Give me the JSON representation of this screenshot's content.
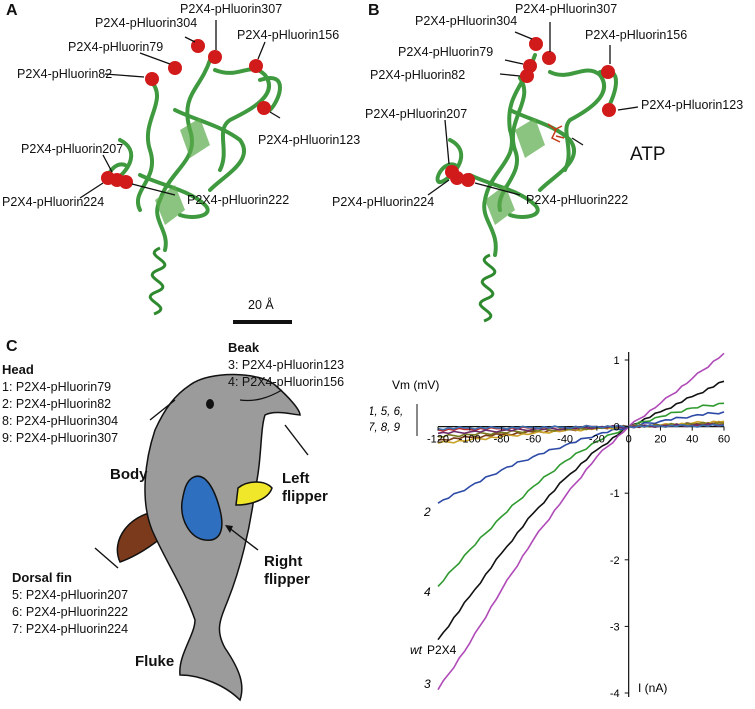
{
  "panels": {
    "a": "A",
    "b": "B",
    "c": "C"
  },
  "panel_a": {
    "labels": {
      "p304": "P2X4-pHluorin304",
      "p307": "P2X4-pHluorin307",
      "p79": "P2X4-pHluorin79",
      "p156": "P2X4-pHluorin156",
      "p82": "P2X4-pHluorin82",
      "p123": "P2X4-pHluorin123",
      "p207": "P2X4-pHluorin207",
      "p224": "P2X4-pHluorin224",
      "p222": "P2X4-pHluorin222"
    },
    "scale_bar": "20 Å"
  },
  "panel_b": {
    "labels": {
      "p307": "P2X4-pHluorin307",
      "p304": "P2X4-pHluorin304",
      "p156": "P2X4-pHluorin156",
      "p79": "P2X4-pHluorin79",
      "p82": "P2X4-pHluorin82",
      "p123": "P2X4-pHluorin123",
      "p207": "P2X4-pHluorin207",
      "atp": "ATP",
      "p224": "P2X4-pHluorin224",
      "p222": "P2X4-pHluorin222"
    }
  },
  "panel_c": {
    "head_title": "Head",
    "head_items": [
      "1: P2X4-pHluorin79",
      "2: P2X4-pHluorin82",
      "8: P2X4-pHluorin304",
      "9: P2X4-pHluorin307"
    ],
    "beak_title": "Beak",
    "beak_items": [
      "3: P2X4-pHluorin123",
      "4: P2X4-pHluorin156"
    ],
    "body_label": "Body",
    "left_flipper": [
      "Left",
      "flipper"
    ],
    "right_flipper": [
      "Right",
      "flipper"
    ],
    "dorsal_title": "Dorsal fin",
    "dorsal_items": [
      "5: P2X4-pHluorin207",
      "6: P2X4-pHluorin222",
      "7: P2X4-pHluorin224"
    ],
    "fluke_label": "Fluke",
    "colors": {
      "dolphin": "#9b9b9b",
      "body_patch": "#2e6fc0",
      "left_flipper": "#f0e62a",
      "dorsal_fin": "#7b3a1b"
    }
  },
  "chart_data": {
    "type": "line",
    "xlabel": "Vm (mV)",
    "ylabel": "I (nA)",
    "xlim": [
      -120,
      60
    ],
    "ylim": [
      -4,
      1
    ],
    "x_ticks": [
      "-120",
      "-100",
      "-80",
      "-60",
      "-40",
      "-20",
      "0",
      "20",
      "40",
      "60"
    ],
    "y_ticks": [
      "1",
      "0",
      "-1",
      "-2",
      "-3",
      "-4"
    ],
    "x": [
      -120,
      -100,
      -80,
      -60,
      -40,
      -20,
      0,
      20,
      40,
      60
    ],
    "series": [
      {
        "name": "wt P2X4",
        "color": "#111111",
        "values": [
          -3.2,
          -2.55,
          -1.9,
          -1.3,
          -0.78,
          -0.35,
          0.0,
          0.22,
          0.45,
          0.68
        ]
      },
      {
        "name": "3",
        "color": "#b04ab8",
        "values": [
          -3.95,
          -3.25,
          -2.45,
          -1.7,
          -1.05,
          -0.45,
          0.0,
          0.35,
          0.72,
          1.1
        ]
      },
      {
        "name": "4",
        "color": "#2f9a2f",
        "values": [
          -2.4,
          -1.85,
          -1.35,
          -0.9,
          -0.52,
          -0.22,
          0.0,
          0.15,
          0.28,
          0.35
        ]
      },
      {
        "name": "2",
        "color": "#2c4aa6",
        "values": [
          -1.15,
          -0.9,
          -0.65,
          -0.45,
          -0.28,
          -0.12,
          0.0,
          0.08,
          0.16,
          0.22
        ]
      },
      {
        "name": "1",
        "color": "#c22a2a",
        "values": [
          -0.05,
          -0.04,
          -0.03,
          -0.02,
          -0.01,
          0.0,
          0.0,
          0.01,
          0.02,
          0.03
        ]
      },
      {
        "name": "5",
        "color": "#7a3a1a",
        "values": [
          -0.2,
          -0.16,
          -0.12,
          -0.08,
          -0.05,
          -0.02,
          0.0,
          0.02,
          0.04,
          0.06
        ]
      },
      {
        "name": "6",
        "color": "#c9a227",
        "values": [
          -0.25,
          -0.2,
          -0.15,
          -0.1,
          -0.06,
          -0.03,
          0.0,
          0.02,
          0.05,
          0.08
        ]
      },
      {
        "name": "7",
        "color": "#7a7a20",
        "values": [
          -0.15,
          -0.12,
          -0.09,
          -0.06,
          -0.04,
          -0.02,
          0.0,
          0.02,
          0.04,
          0.05
        ]
      },
      {
        "name": "8",
        "color": "#6a2a6a",
        "values": [
          -0.1,
          -0.08,
          -0.06,
          -0.04,
          -0.03,
          -0.01,
          0.0,
          0.01,
          0.02,
          0.03
        ]
      },
      {
        "name": "9",
        "color": "#3a6fb0",
        "values": [
          -0.03,
          -0.02,
          -0.02,
          -0.01,
          -0.01,
          0.0,
          0.0,
          0.01,
          0.01,
          0.02
        ]
      }
    ],
    "curve_labels": {
      "wt_italic": "wt",
      "wt_plain": "P2X4",
      "c2": "2",
      "c3": "3",
      "c4": "4",
      "group_lines": [
        "1, 5, 6,",
        "7, 8, 9"
      ]
    }
  }
}
